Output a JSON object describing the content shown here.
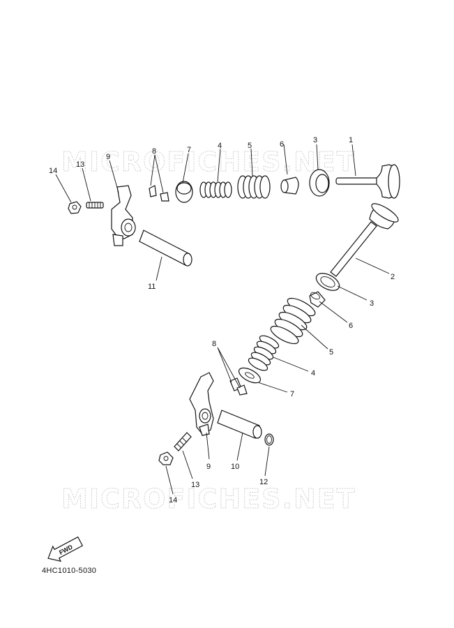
{
  "watermark": "MICROFICHES.NET",
  "fwd_label": "FWD",
  "diagram_code": "4HC1010-5030",
  "callouts": {
    "top_1": "1",
    "top_3": "3",
    "top_6": "6",
    "top_5": "5",
    "top_4": "4",
    "top_7": "7",
    "top_8": "8",
    "top_9": "9",
    "top_13": "13",
    "top_14": "14",
    "top_11": "11",
    "bot_2": "2",
    "bot_3": "3",
    "bot_6": "6",
    "bot_5": "5",
    "bot_4": "4",
    "bot_7": "7",
    "bot_8": "8",
    "bot_9": "9",
    "bot_10": "10",
    "bot_12": "12",
    "bot_13": "13",
    "bot_14": "14"
  }
}
